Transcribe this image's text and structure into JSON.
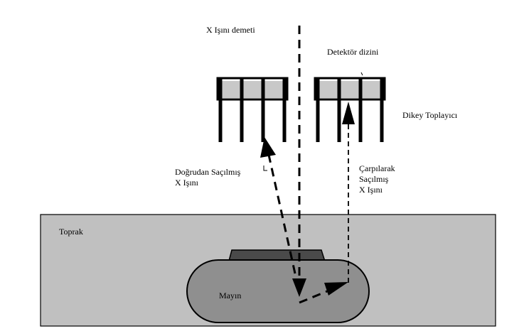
{
  "labels": {
    "beam": "X Işını demeti",
    "detector_array": "Detektör dizini",
    "collimator": "Dikey Toplayıcı",
    "direct_scatter_line1": "Doğrudan Saçılmış",
    "direct_scatter_line2": "X Işını",
    "bounce_scatter_line1": "Çarpılarak",
    "bounce_scatter_line2": "Saçılmış",
    "bounce_scatter_line3": "X Işını",
    "soil": "Toprak",
    "mine": "Mayın"
  },
  "colors": {
    "soil": "#c0c0c0",
    "mine_body": "#8f8f8f",
    "mine_cap": "#4a4a4a",
    "detector_cells": "#c8c8c8",
    "ink": "#000000"
  }
}
